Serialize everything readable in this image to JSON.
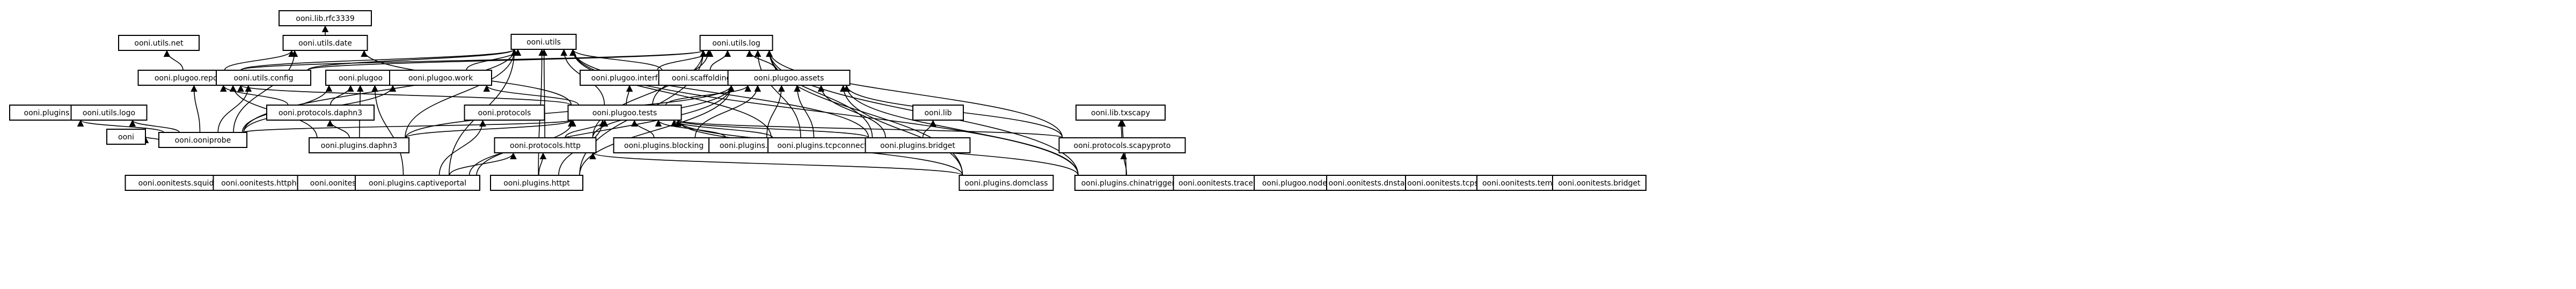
{
  "nodes": [
    {
      "id": "rfc3339",
      "label": "ooni.lib.rfc3339"
    },
    {
      "id": "utils_net",
      "label": "ooni.utils.net"
    },
    {
      "id": "utils_date",
      "label": "ooni.utils.date"
    },
    {
      "id": "utils",
      "label": "ooni.utils"
    },
    {
      "id": "utils_log",
      "label": "ooni.utils.log"
    },
    {
      "id": "reports",
      "label": "ooni.plugoo.reports"
    },
    {
      "id": "utils_config",
      "label": "ooni.utils.config"
    },
    {
      "id": "plugoo",
      "label": "ooni.plugoo"
    },
    {
      "id": "work",
      "label": "ooni.plugoo.work"
    },
    {
      "id": "interface",
      "label": "ooni.plugoo.interface"
    },
    {
      "id": "scaffolding",
      "label": "ooni.scaffolding"
    },
    {
      "id": "assets",
      "label": "ooni.plugoo.assets"
    },
    {
      "id": "plugins",
      "label": "ooni.plugins"
    },
    {
      "id": "utils_logo",
      "label": "ooni.utils.logo"
    },
    {
      "id": "p_daphn3",
      "label": "ooni.protocols.daphn3"
    },
    {
      "id": "protocols",
      "label": "ooni.protocols"
    },
    {
      "id": "tests",
      "label": "ooni.plugoo.tests"
    },
    {
      "id": "lib",
      "label": "ooni.lib"
    },
    {
      "id": "txscapy",
      "label": "ooni.lib.txscapy"
    },
    {
      "id": "ooni",
      "label": "ooni"
    },
    {
      "id": "ooniprobe",
      "label": "ooni.ooniprobe"
    },
    {
      "id": "pl_daphn3",
      "label": "ooni.plugins.daphn3"
    },
    {
      "id": "p_http",
      "label": "ooni.protocols.http"
    },
    {
      "id": "blocking",
      "label": "ooni.plugins.blocking"
    },
    {
      "id": "httphost",
      "label": "ooni.plugins.httphost"
    },
    {
      "id": "tcpconnect",
      "label": "ooni.plugins.tcpconnect"
    },
    {
      "id": "bridget",
      "label": "ooni.plugins.bridget"
    },
    {
      "id": "scapyproto",
      "label": "ooni.protocols.scapyproto"
    },
    {
      "id": "t_squid",
      "label": "ooni.oonitests.squid"
    },
    {
      "id": "t_httphost",
      "label": "ooni.oonitests.httphost"
    },
    {
      "id": "oonitests",
      "label": "ooni.oonitests"
    },
    {
      "id": "captiveportal",
      "label": "ooni.plugins.captiveportal"
    },
    {
      "id": "httpt",
      "label": "ooni.plugins.httpt"
    },
    {
      "id": "domclass",
      "label": "ooni.plugins.domclass"
    },
    {
      "id": "chinatrigger",
      "label": "ooni.plugins.chinatrigger"
    },
    {
      "id": "t_traceroute",
      "label": "ooni.oonitests.traceroute"
    },
    {
      "id": "nodes",
      "label": "ooni.plugoo.nodes"
    },
    {
      "id": "t_dnstamper",
      "label": "ooni.oonitests.dnstamper"
    },
    {
      "id": "t_tcpscan",
      "label": "ooni.oonitests.tcpscan"
    },
    {
      "id": "t_template",
      "label": "ooni.oonitests.template"
    },
    {
      "id": "t_bridget",
      "label": "ooni.oonitests.bridget"
    }
  ],
  "edges": [
    [
      "utils_date",
      "rfc3339"
    ],
    [
      "reports",
      "utils_net"
    ],
    [
      "reports",
      "utils_date"
    ],
    [
      "reports",
      "utils"
    ],
    [
      "reports",
      "utils_log"
    ],
    [
      "utils_config",
      "utils"
    ],
    [
      "utils_config",
      "utils_log"
    ],
    [
      "interface",
      "utils_log"
    ],
    [
      "scaffolding",
      "utils"
    ],
    [
      "scaffolding",
      "utils_log"
    ],
    [
      "work",
      "utils"
    ],
    [
      "assets",
      "utils_log"
    ],
    [
      "tests",
      "utils_date"
    ],
    [
      "tests",
      "utils"
    ],
    [
      "tests",
      "utils_log"
    ],
    [
      "tests",
      "interface"
    ],
    [
      "tests",
      "assets"
    ],
    [
      "tests",
      "work"
    ],
    [
      "tests",
      "reports"
    ],
    [
      "p_daphn3",
      "plugoo"
    ],
    [
      "p_daphn3",
      "reports"
    ],
    [
      "ooniprobe",
      "plugins"
    ],
    [
      "ooniprobe",
      "utils_logo"
    ],
    [
      "ooniprobe",
      "ooni"
    ],
    [
      "ooniprobe",
      "reports"
    ],
    [
      "ooniprobe",
      "utils_config"
    ],
    [
      "ooniprobe",
      "plugoo"
    ],
    [
      "ooniprobe",
      "work"
    ],
    [
      "ooniprobe",
      "tests"
    ],
    [
      "ooniprobe",
      "utils"
    ],
    [
      "ooniprobe",
      "utils_date"
    ],
    [
      "pl_daphn3",
      "p_daphn3"
    ],
    [
      "pl_daphn3",
      "tests"
    ],
    [
      "pl_daphn3",
      "plugoo"
    ],
    [
      "pl_daphn3",
      "reports"
    ],
    [
      "pl_daphn3",
      "utils"
    ],
    [
      "pl_daphn3",
      "assets"
    ],
    [
      "p_http",
      "tests"
    ],
    [
      "p_http",
      "utils"
    ],
    [
      "p_http",
      "utils_log"
    ],
    [
      "p_http",
      "assets"
    ],
    [
      "blocking",
      "tests"
    ],
    [
      "blocking",
      "assets"
    ],
    [
      "httphost",
      "tests"
    ],
    [
      "httphost",
      "assets"
    ],
    [
      "tcpconnect",
      "tests"
    ],
    [
      "tcpconnect",
      "assets"
    ],
    [
      "tcpconnect",
      "utils"
    ],
    [
      "tcpconnect",
      "utils_log"
    ],
    [
      "bridget",
      "lib"
    ],
    [
      "bridget",
      "tests"
    ],
    [
      "bridget",
      "assets"
    ],
    [
      "bridget",
      "utils"
    ],
    [
      "bridget",
      "utils_log"
    ],
    [
      "scapyproto",
      "txscapy"
    ],
    [
      "scapyproto",
      "tests"
    ],
    [
      "scapyproto",
      "assets"
    ],
    [
      "scapyproto",
      "utils_log"
    ],
    [
      "captiveportal",
      "p_http"
    ],
    [
      "captiveportal",
      "tests"
    ],
    [
      "captiveportal",
      "protocols"
    ],
    [
      "captiveportal",
      "utils"
    ],
    [
      "captiveportal",
      "plugoo"
    ],
    [
      "captiveportal",
      "assets"
    ],
    [
      "httpt",
      "p_http"
    ],
    [
      "httpt",
      "tests"
    ],
    [
      "httpt",
      "utils"
    ],
    [
      "httpt",
      "assets"
    ],
    [
      "httpt",
      "utils_log"
    ],
    [
      "domclass",
      "p_http"
    ],
    [
      "domclass",
      "tests"
    ],
    [
      "domclass",
      "utils_log"
    ],
    [
      "domclass",
      "assets"
    ],
    [
      "chinatrigger",
      "scapyproto"
    ],
    [
      "chinatrigger",
      "txscapy"
    ],
    [
      "chinatrigger",
      "tests"
    ],
    [
      "chinatrigger",
      "utils"
    ],
    [
      "chinatrigger",
      "utils_log"
    ],
    [
      "chinatrigger",
      "assets"
    ]
  ]
}
